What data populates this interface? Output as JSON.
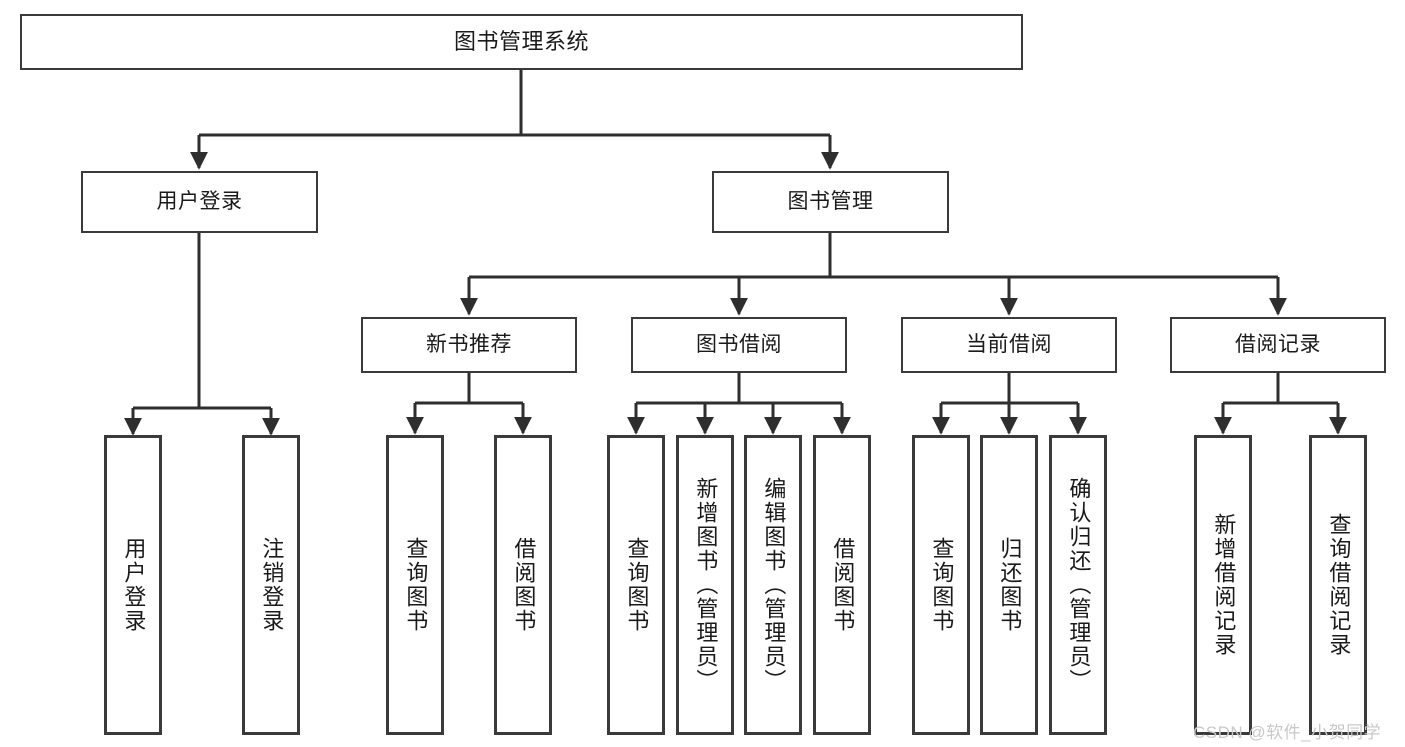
{
  "diagram": {
    "title": "图书管理系统",
    "type": "tree-hierarchy-chart",
    "colors": {
      "stroke": "#3a3a3a",
      "fill": "#ffffff",
      "text": "#1a1a1a",
      "watermark": "#c9c9c9"
    }
  },
  "root": {
    "label": "图书管理系统"
  },
  "level1": [
    {
      "label": "用户登录"
    },
    {
      "label": "图书管理"
    }
  ],
  "level2": [
    {
      "label": "新书推荐"
    },
    {
      "label": "图书借阅"
    },
    {
      "label": "当前借阅"
    },
    {
      "label": "借阅记录"
    }
  ],
  "leaves": {
    "user_login": [
      {
        "label": "用户登录"
      },
      {
        "label": "注销登录"
      }
    ],
    "new_book_recommend": [
      {
        "label": "查询图书"
      },
      {
        "label": "借阅图书"
      }
    ],
    "book_borrow": [
      {
        "label": "查询图书"
      },
      {
        "label": "新增图书（管理员）"
      },
      {
        "label": "编辑图书（管理员）"
      },
      {
        "label": "借阅图书"
      }
    ],
    "current_borrow": [
      {
        "label": "查询图书"
      },
      {
        "label": "归还图书"
      },
      {
        "label": "确认归还（管理员）"
      }
    ],
    "borrow_records": [
      {
        "label": "新增借阅记录"
      },
      {
        "label": "查询借阅记录"
      }
    ]
  },
  "watermark": {
    "text": "CSDN @软件_小贺同学"
  }
}
